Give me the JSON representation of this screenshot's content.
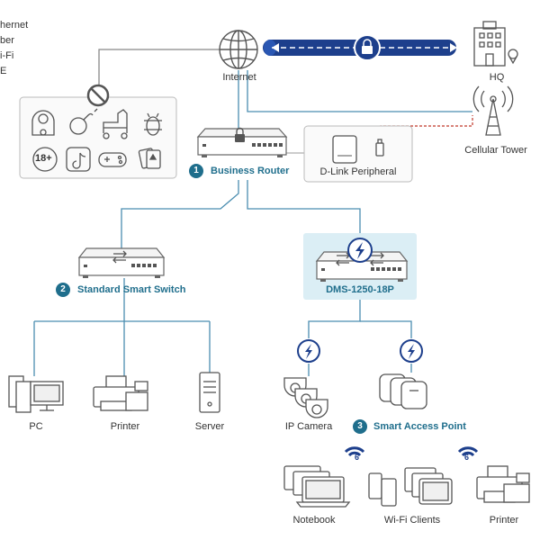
{
  "legend": {
    "items": [
      "hernet",
      "ber",
      "i-Fi",
      "E"
    ]
  },
  "nodes": {
    "internet": "Internet",
    "hq": "HQ",
    "cellular_tower": "Cellular Tower",
    "business_router": "Business Router",
    "peripheral": "D-Link Peripheral",
    "standard_switch": "Standard Smart Switch",
    "dms_switch": "DMS-1250-18P",
    "pc": "PC",
    "printer_left": "Printer",
    "server": "Server",
    "ip_camera": "IP Camera",
    "access_point": "Smart Access Point",
    "notebook": "Notebook",
    "wifi_clients": "Wi-Fi Clients",
    "printer_right": "Printer"
  },
  "badges": {
    "router": "1",
    "switch": "2",
    "ap": "3"
  },
  "blocked": {
    "age_label": "18+"
  },
  "colors": {
    "accent": "#1f6e8c",
    "tunnel": "#1d3f8c",
    "line": "#4a8db0",
    "red_link": "#c0392b"
  }
}
